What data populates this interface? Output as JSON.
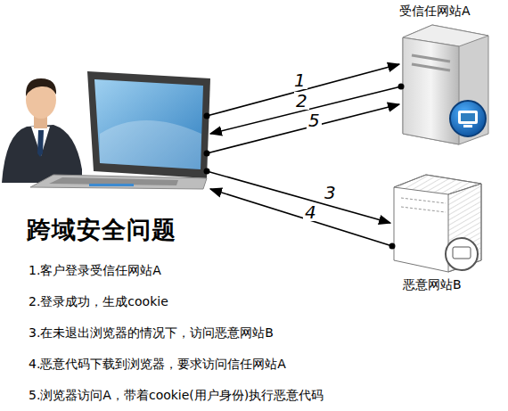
{
  "diagram": {
    "title": "跨域安全问题",
    "nodes": [
      {
        "text": [
          "受信任网站A"
        ]
      },
      {
        "text": [
          "恶意网站B"
        ]
      }
    ],
    "labels": [
      "1",
      "2",
      "5",
      "3",
      "4",
      "1.客户登录受信任网站A",
      "2.登录成功，生成cookie",
      "3.在未退出浏览器的情况下，访问恶意网站B",
      "4.恶意代码下载到浏览器，要求访问信任网站A",
      "5.浏览器访问A，带着cookie(用户身份)执行恶意代码"
    ]
  }
}
